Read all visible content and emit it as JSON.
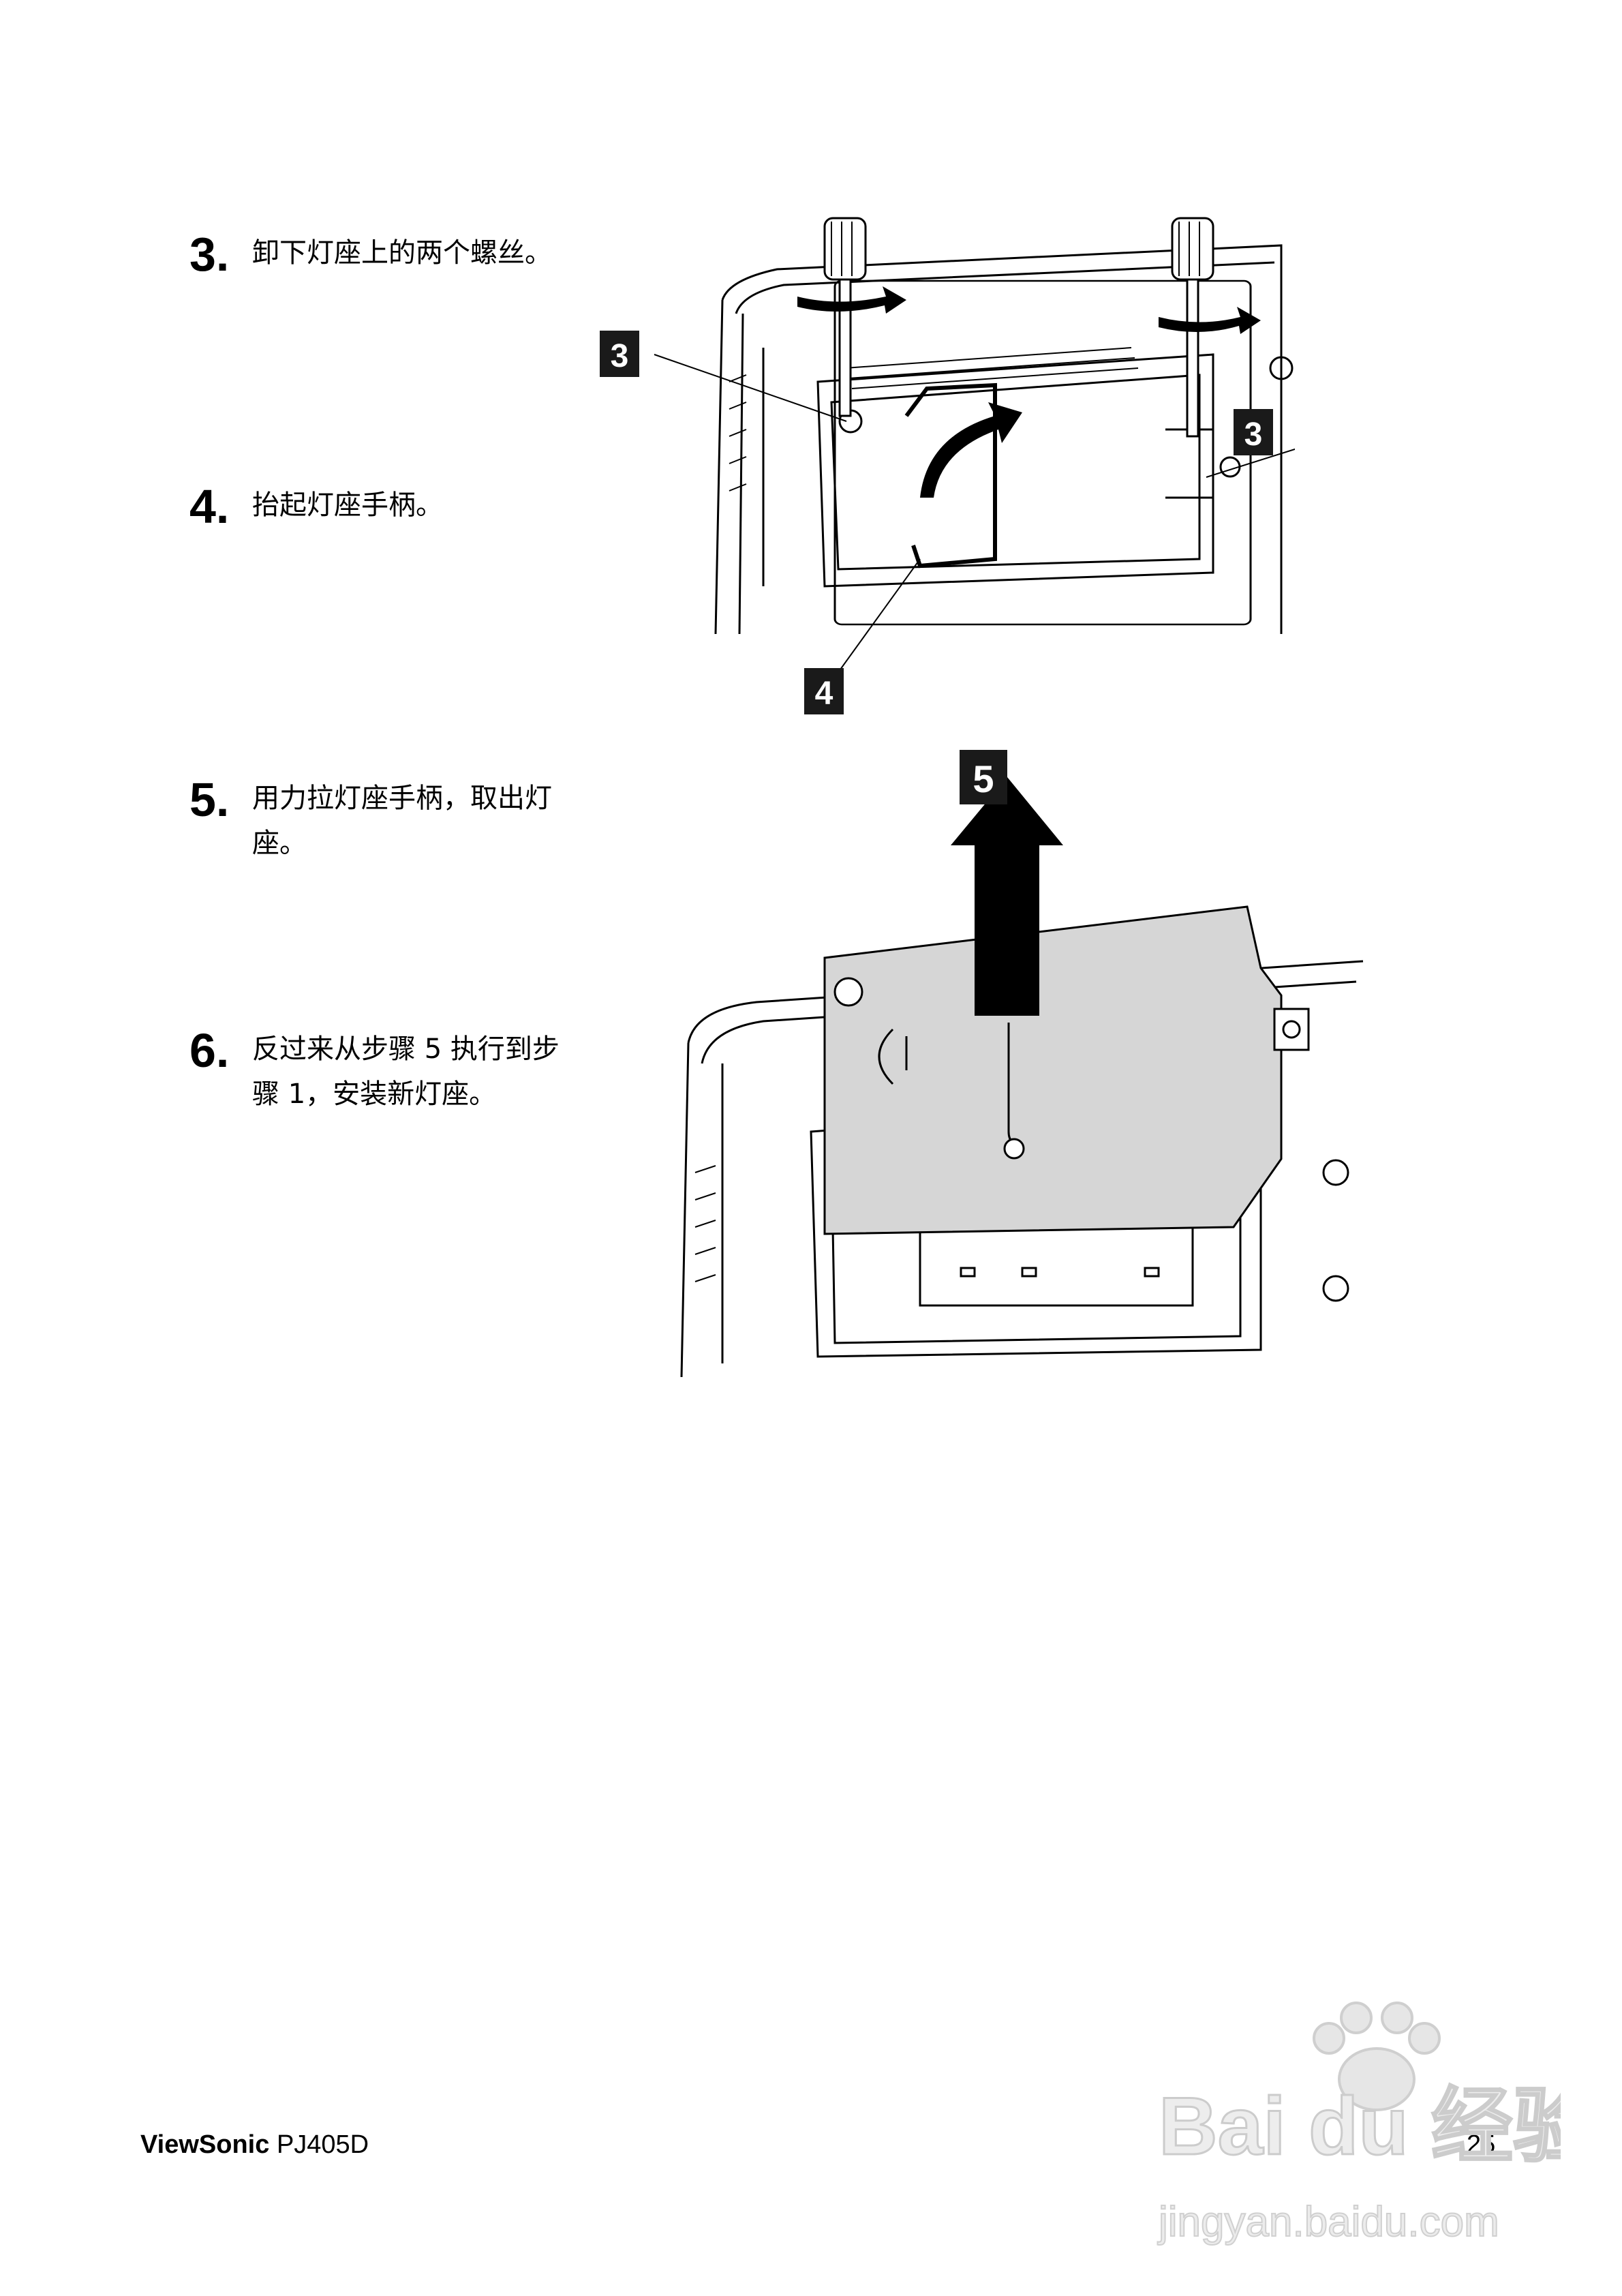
{
  "steps": [
    {
      "number": "3.",
      "text": "卸下灯座上的两个螺丝。"
    },
    {
      "number": "4.",
      "text": "抬起灯座手柄。"
    },
    {
      "number": "5.",
      "text": "用力拉灯座手柄，取出灯座。"
    },
    {
      "number": "6.",
      "text": "反过来从步骤 5 执行到步骤 1，安装新灯座。"
    }
  ],
  "figure1": {
    "callouts": [
      "3",
      "3",
      "4"
    ]
  },
  "figure2": {
    "callouts": [
      "5"
    ]
  },
  "footer": {
    "brand": "ViewSonic",
    "model": "PJ405D",
    "page": "25"
  },
  "watermark": {
    "logo": "Bai du 经验",
    "url": "jingyan.baidu.com"
  }
}
